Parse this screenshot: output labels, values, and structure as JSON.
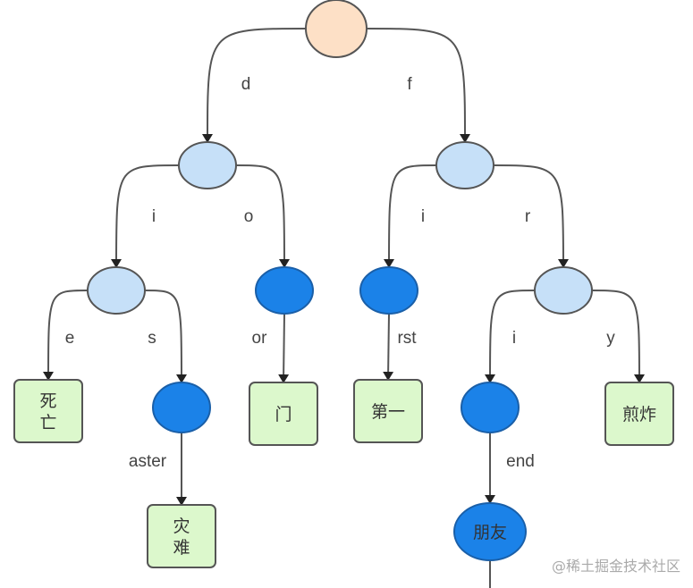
{
  "diagram": {
    "type": "trie",
    "colors": {
      "root": "#fde0c6",
      "inner": "#c6e0f8",
      "word_end": "#1b82e8",
      "leaf": "#dcf8cc",
      "stroke": "#555555",
      "leaf_stroke": "#555555"
    },
    "nodes": [
      {
        "id": "root",
        "kind": "root",
        "label": ""
      },
      {
        "id": "d",
        "kind": "inner",
        "label": ""
      },
      {
        "id": "f",
        "kind": "inner",
        "label": ""
      },
      {
        "id": "di",
        "kind": "inner",
        "label": ""
      },
      {
        "id": "do",
        "kind": "word_end",
        "label": ""
      },
      {
        "id": "fi",
        "kind": "word_end",
        "label": ""
      },
      {
        "id": "fr",
        "kind": "inner",
        "label": ""
      },
      {
        "id": "die",
        "kind": "leaf",
        "label": "死\n亡"
      },
      {
        "id": "dis",
        "kind": "word_end",
        "label": ""
      },
      {
        "id": "door",
        "kind": "leaf",
        "label": "门"
      },
      {
        "id": "first",
        "kind": "leaf",
        "label": "第一"
      },
      {
        "id": "fri",
        "kind": "word_end",
        "label": ""
      },
      {
        "id": "fry",
        "kind": "leaf",
        "label": "煎炸"
      },
      {
        "id": "disaster",
        "kind": "leaf",
        "label": "灾\n难"
      },
      {
        "id": "friend",
        "kind": "word_end",
        "label": "朋友"
      }
    ],
    "edges": [
      {
        "from": "root",
        "to": "d",
        "label": "d"
      },
      {
        "from": "root",
        "to": "f",
        "label": "f"
      },
      {
        "from": "d",
        "to": "di",
        "label": "i"
      },
      {
        "from": "d",
        "to": "do",
        "label": "o"
      },
      {
        "from": "f",
        "to": "fi",
        "label": "i"
      },
      {
        "from": "f",
        "to": "fr",
        "label": "r"
      },
      {
        "from": "di",
        "to": "die",
        "label": "e"
      },
      {
        "from": "di",
        "to": "dis",
        "label": "s"
      },
      {
        "from": "do",
        "to": "door",
        "label": "or"
      },
      {
        "from": "fi",
        "to": "first",
        "label": "rst"
      },
      {
        "from": "fr",
        "to": "fri",
        "label": "i"
      },
      {
        "from": "fr",
        "to": "fry",
        "label": "y"
      },
      {
        "from": "dis",
        "to": "disaster",
        "label": "aster"
      },
      {
        "from": "fri",
        "to": "friend",
        "label": "end"
      }
    ]
  },
  "watermark": "@稀土掘金技术社区"
}
